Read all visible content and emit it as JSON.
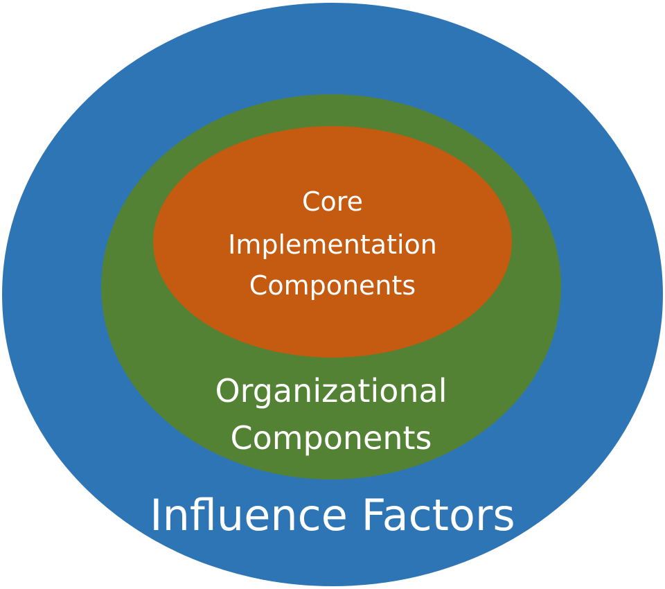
{
  "colors": {
    "outer": "#2E75B6",
    "middle": "#548235",
    "inner": "#C55A11",
    "text": "#FFFFFF"
  },
  "outer": {
    "label": "Influence Factors"
  },
  "middle": {
    "lines": [
      "Organizational",
      "Components"
    ]
  },
  "inner": {
    "lines": [
      "Core",
      "Implementation",
      "Components"
    ]
  }
}
